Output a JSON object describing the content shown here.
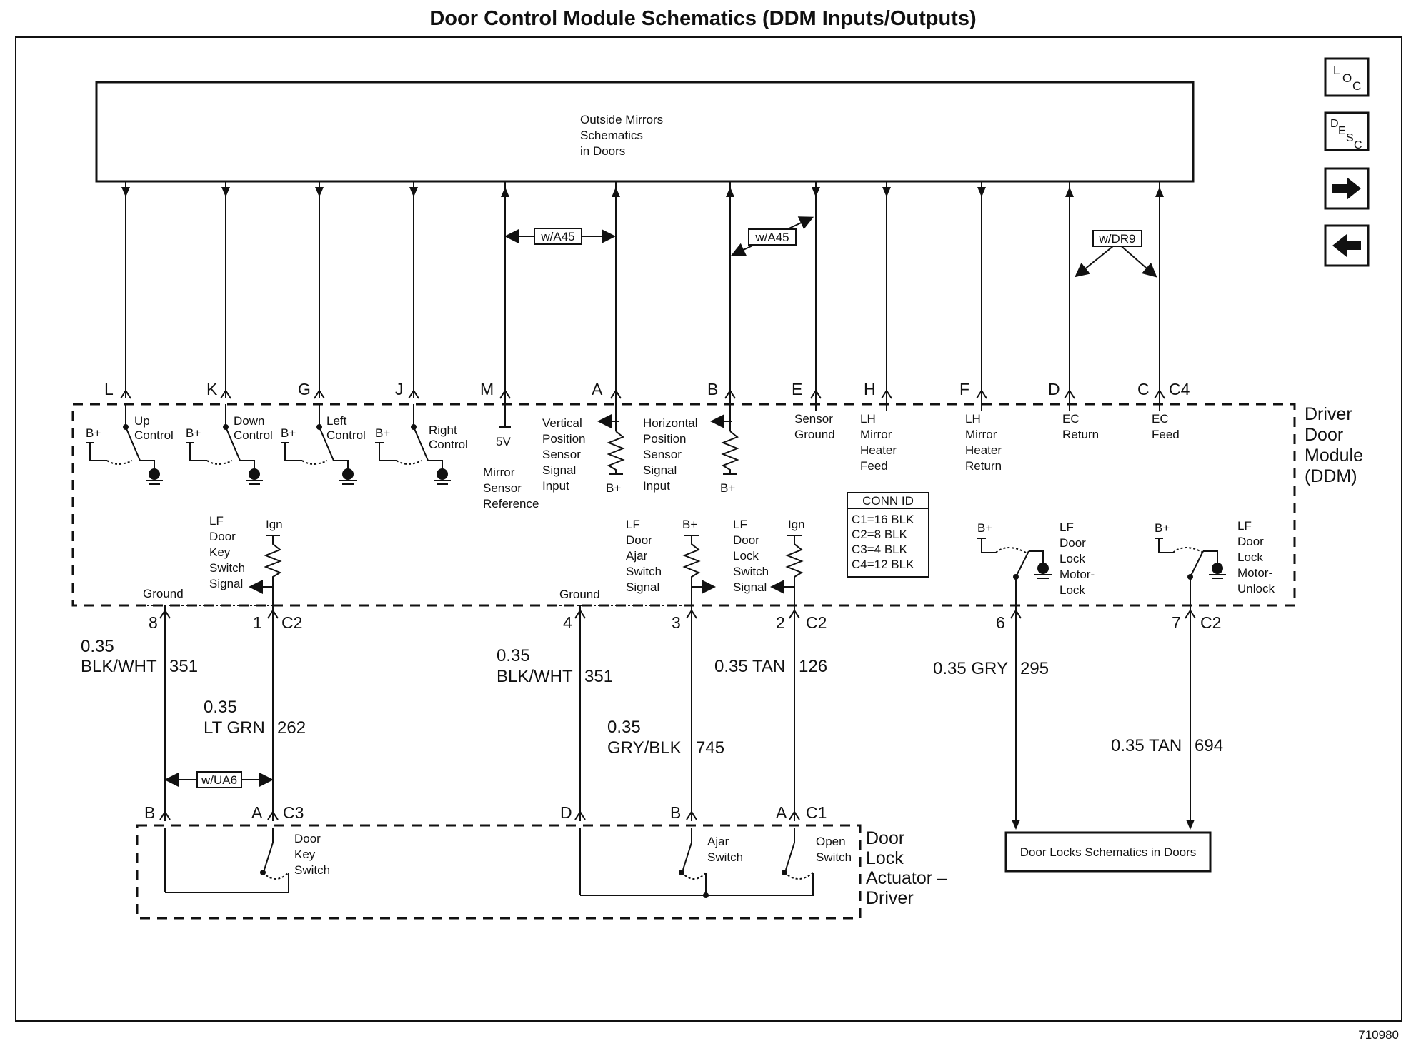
{
  "title": "Door Control Module Schematics (DDM Inputs/Outputs)",
  "figure_id": "710980",
  "nav": {
    "loc": [
      "L",
      "O",
      "C"
    ],
    "desc": [
      "D",
      "E",
      "S",
      "C"
    ],
    "forward_icon": "right-arrow-icon",
    "back_icon": "left-arrow-icon"
  },
  "mirrors_box": [
    "Outside Mirrors",
    "Schematics",
    "in Doors"
  ],
  "options": {
    "a45": "w/A45",
    "dr9": "w/DR9",
    "ua6": "w/UA6"
  },
  "ddm": {
    "name": [
      "Driver",
      "Door",
      "Module",
      "(DDM)"
    ],
    "pins_top": [
      "L",
      "K",
      "G",
      "J",
      "M",
      "A",
      "B",
      "E",
      "H",
      "F",
      "D",
      "C"
    ],
    "conn_top": "C4",
    "b_plus": "B+",
    "ign": "Ign",
    "five_v": "5V",
    "ground": "Ground",
    "labels": {
      "up": [
        "Up",
        "Control"
      ],
      "down": [
        "Down",
        "Control"
      ],
      "left": [
        "Left",
        "Control"
      ],
      "right": [
        "Right",
        "Control"
      ],
      "mirror_ref": [
        "Mirror",
        "Sensor",
        "Reference"
      ],
      "vertical": [
        "Vertical",
        "Position",
        "Sensor",
        "Signal",
        "Input"
      ],
      "horizontal": [
        "Horizontal",
        "Position",
        "Sensor",
        "Signal",
        "Input"
      ],
      "sensor_ground": [
        "Sensor",
        "Ground"
      ],
      "heater_feed": [
        "LH",
        "Mirror",
        "Heater",
        "Feed"
      ],
      "heater_return": [
        "LH",
        "Mirror",
        "Heater",
        "Return"
      ],
      "ec_return": [
        "EC",
        "Return"
      ],
      "ec_feed": [
        "EC",
        "Feed"
      ],
      "key_switch": [
        "LF",
        "Door",
        "Key",
        "Switch",
        "Signal"
      ],
      "ajar_switch": [
        "LF",
        "Door",
        "Ajar",
        "Switch",
        "Signal"
      ],
      "lock_switch": [
        "LF",
        "Door",
        "Lock",
        "Switch",
        "Signal"
      ],
      "motor_lock": [
        "LF",
        "Door",
        "Lock",
        "Motor-",
        "Lock"
      ],
      "motor_unlock": [
        "LF",
        "Door",
        "Lock",
        "Motor-",
        "Unlock"
      ]
    },
    "conn_id": {
      "title": "CONN ID",
      "rows": [
        "C1=16 BLK",
        "C2=8 BLK",
        "C3=4 BLK",
        "C4=12 BLK"
      ]
    },
    "pins_bottom": [
      "8",
      "1",
      "4",
      "3",
      "2",
      "6",
      "7"
    ],
    "conn_bottom": "C2"
  },
  "wires": {
    "w1_gauge": "0.35",
    "w1_color": "BLK/WHT",
    "w1_circuit": "351",
    "w2_gauge": "0.35",
    "w2_color": "LT GRN",
    "w2_circuit": "262",
    "w3_gauge": "0.35",
    "w3_color": "BLK/WHT",
    "w3_circuit": "351",
    "w4_gauge": "0.35",
    "w4_color": "GRY/BLK",
    "w4_circuit": "745",
    "w5_label": "0.35 TAN",
    "w5_circuit": "126",
    "w6_label": "0.35 GRY",
    "w6_circuit": "295",
    "w7_label": "0.35 TAN",
    "w7_circuit": "694"
  },
  "actuator": {
    "name": [
      "Door",
      "Lock",
      "Actuator –",
      "Driver"
    ],
    "pins": [
      "B",
      "A",
      "D",
      "B",
      "A"
    ],
    "conn_c3": "C3",
    "conn_c1": "C1",
    "key_switch": [
      "Door",
      "Key",
      "Switch"
    ],
    "ajar_switch": [
      "Ajar",
      "Switch"
    ],
    "open_switch": [
      "Open",
      "Switch"
    ]
  },
  "door_locks_box": "Door Locks Schematics in Doors"
}
